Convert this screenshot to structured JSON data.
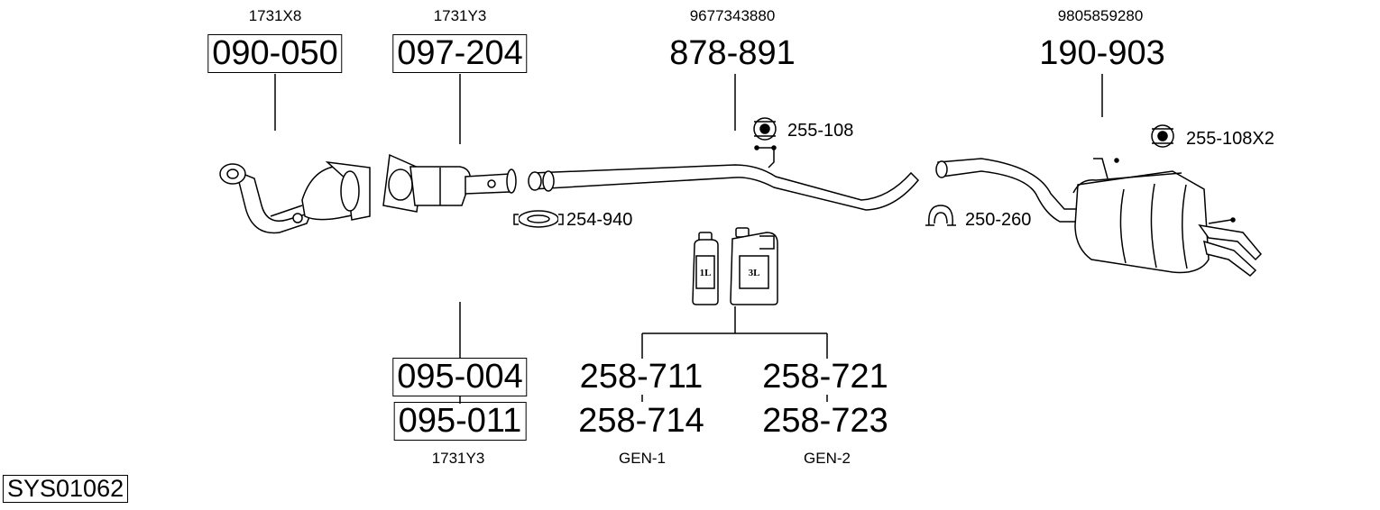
{
  "parts": {
    "front_cat": {
      "oem": "1731X8",
      "part_number": "090-050"
    },
    "cat": {
      "oem": "1731Y3",
      "part_number": "097-204"
    },
    "middle_pipe": {
      "oem": "9677343880",
      "part_number": "878-891"
    },
    "rear_silencer": {
      "oem": "9805859280",
      "part_number": "190-903"
    },
    "kits": {
      "part_a": "095-004",
      "part_b": "095-011",
      "oem": "1731Y3"
    }
  },
  "accessories": {
    "mount_mid": {
      "label": "255-108",
      "icon": "rubber-mount-icon"
    },
    "mount_rear": {
      "label": "255-108X2",
      "icon": "rubber-mount-icon"
    },
    "clamp_front": {
      "label": "254-940",
      "icon": "clamp-icon"
    },
    "clamp_rear": {
      "label": "250-260",
      "icon": "clamp-icon"
    }
  },
  "fluids": {
    "can_small": "1L",
    "can_large": "3L",
    "gen1": {
      "top": "258-711",
      "bottom": "258-714",
      "label": "GEN-1"
    },
    "gen2": {
      "top": "258-721",
      "bottom": "258-723",
      "label": "GEN-2"
    }
  },
  "system_id": "SYS01062"
}
